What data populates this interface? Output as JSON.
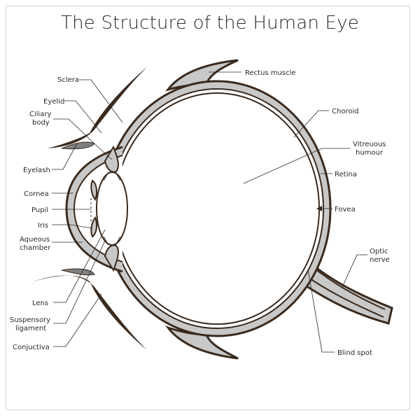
{
  "title": "The Structure of the Human Eye",
  "labels": {
    "sclera": "Sclera",
    "rectus_muscle": "Rectus muscle",
    "eyelid": "Eyelid",
    "ciliary_body_1": "Ciliary",
    "ciliary_body_2": "body",
    "choroid": "Choroid",
    "vitreous_1": "Vitreuous",
    "vitreous_2": "humour",
    "eyelash": "Eyelash",
    "retina": "Retina",
    "cornea": "Cornea",
    "pupil": "Pupil",
    "fovea": "Fovea",
    "iris": "Iris",
    "aqueous_1": "Aqueous",
    "aqueous_2": "chamber",
    "optic_1": "Optic",
    "optic_2": "nerve",
    "lens": "Lens",
    "suspensory_1": "Suspensory",
    "suspensory_2": "ligament",
    "blind_spot": "Blind spot",
    "conjuctiva": "Conjuctiva"
  },
  "colors": {
    "outline": "#3a2a1e",
    "fill_gray": "#c8c8c8",
    "leader": "#2b2b2b"
  }
}
